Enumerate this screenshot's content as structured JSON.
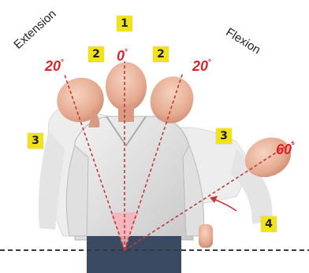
{
  "labels": {
    "extension": "Extension",
    "flexion": "Flexion"
  },
  "angles": [
    {
      "value": "20",
      "unit": "°"
    },
    {
      "value": "0",
      "unit": "°"
    },
    {
      "value": "20",
      "unit": "°"
    },
    {
      "value": "60",
      "unit": "°"
    }
  ],
  "zones": [
    "1",
    "2",
    "2",
    "3",
    "3",
    "4"
  ],
  "colors": {
    "zone_badge": "#f2e21c",
    "angle_text": "#d8262a",
    "guide_line": "#c23a3a",
    "baseline": "#3a3a3a",
    "pivot_fill": "#f4b3b8"
  }
}
